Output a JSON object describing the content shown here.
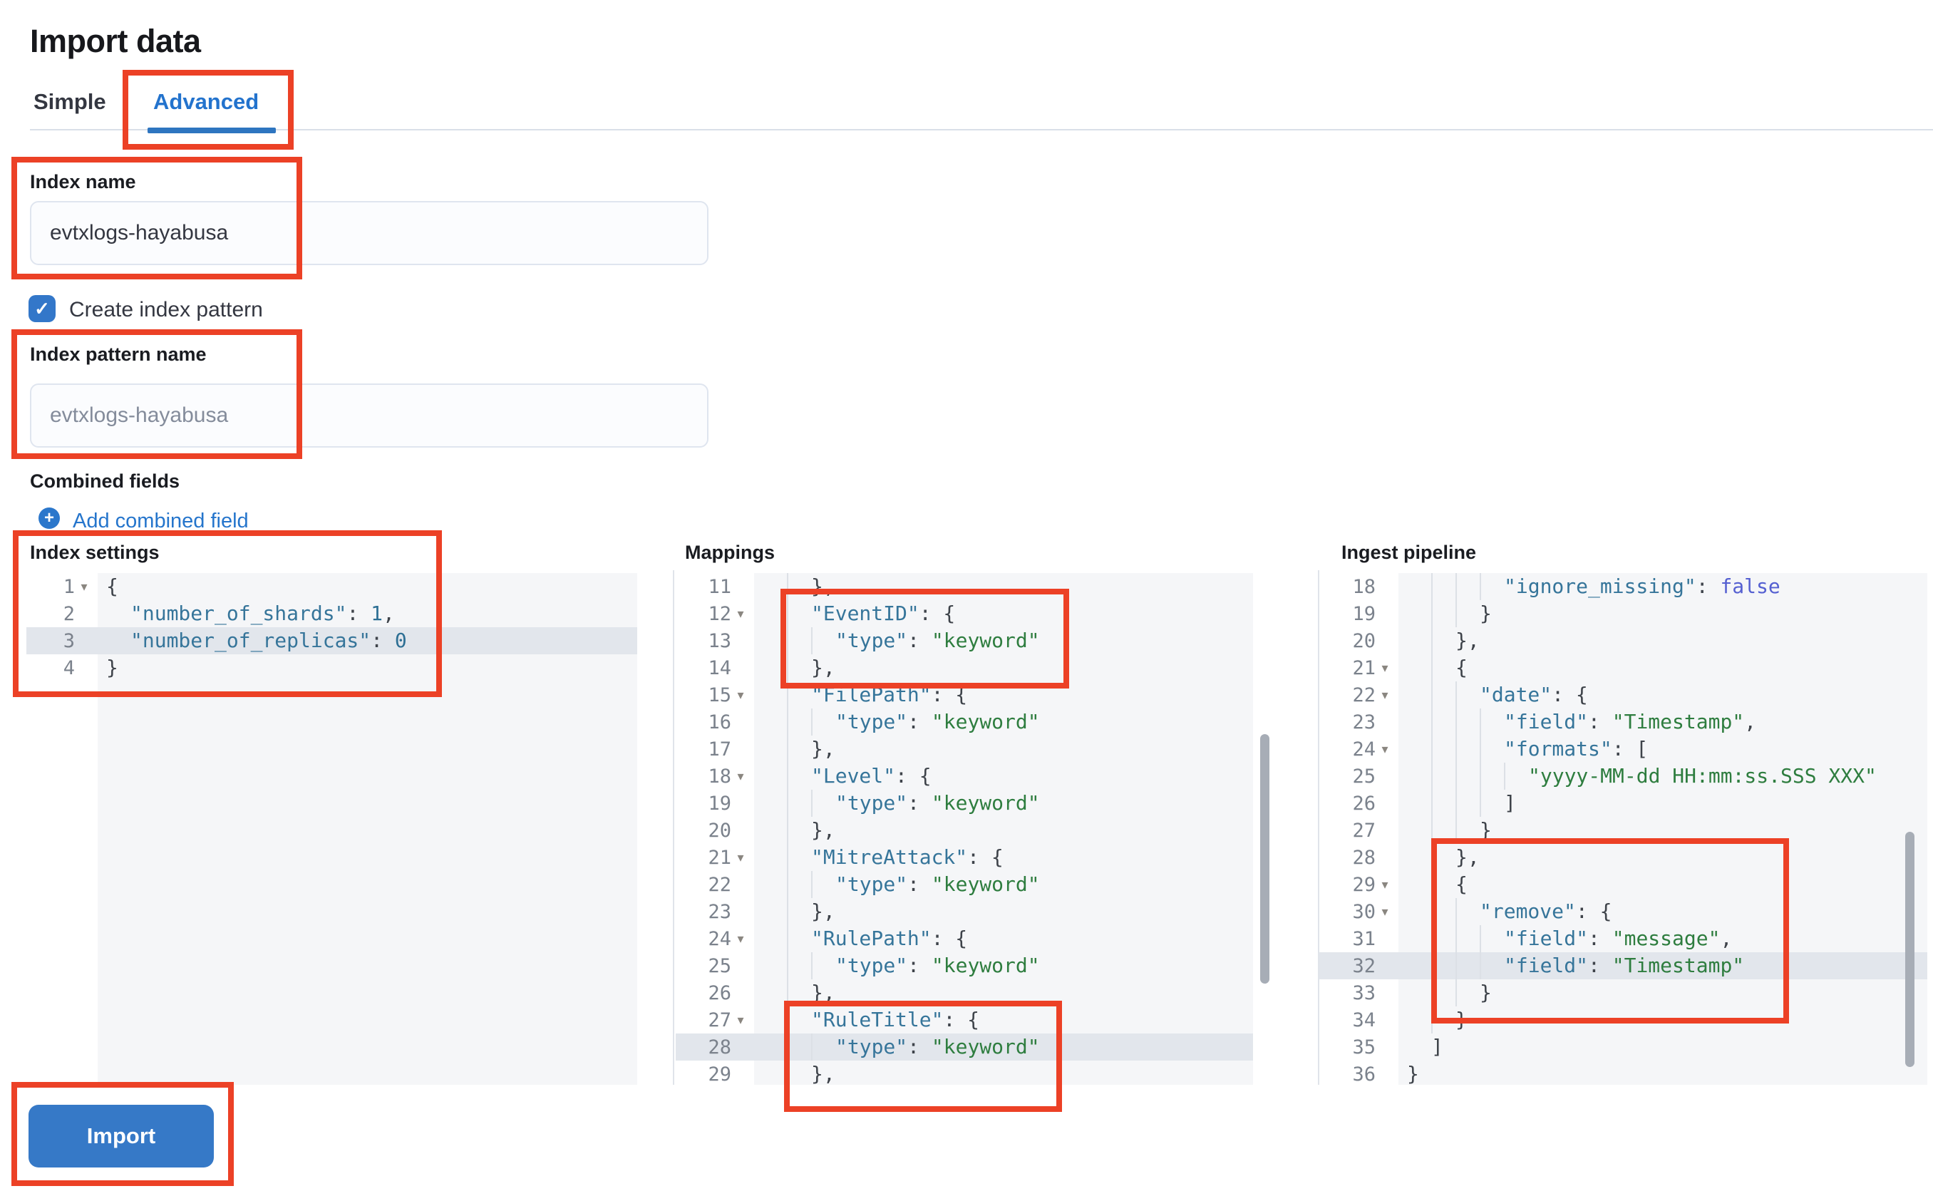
{
  "page_title": "Import data",
  "tabs": {
    "simple": "Simple",
    "advanced": "Advanced",
    "selected": "Advanced"
  },
  "fields": {
    "index_name": {
      "label": "Index name",
      "value": "evtxlogs-hayabusa"
    },
    "create_index_pattern": {
      "label": "Create index pattern",
      "checked": true,
      "check_glyph": "✓"
    },
    "index_pattern_name": {
      "label": "Index pattern name",
      "placeholder": "evtxlogs-hayabusa"
    }
  },
  "combined_fields": {
    "label": "Combined fields",
    "add_link": "Add combined field",
    "plus_glyph": "+"
  },
  "editors": [
    {
      "id": "index-settings",
      "label": "Index settings",
      "lines": [
        {
          "n": 1,
          "fold": true,
          "ind": 0,
          "t": [
            [
              "p",
              "{"
            ]
          ]
        },
        {
          "n": 2,
          "ind": 1,
          "t": [
            [
              "k",
              "\"number_of_shards\""
            ],
            [
              "p",
              ": "
            ],
            [
              "n",
              "1"
            ],
            [
              "p",
              ","
            ]
          ]
        },
        {
          "n": 3,
          "ind": 1,
          "hl": true,
          "t": [
            [
              "k",
              "\"number_of_replicas\""
            ],
            [
              "p",
              ": "
            ],
            [
              "n",
              "0"
            ]
          ]
        },
        {
          "n": 4,
          "ind": 0,
          "t": [
            [
              "p",
              "}"
            ]
          ]
        }
      ]
    },
    {
      "id": "mappings",
      "label": "Mappings",
      "lines": [
        {
          "n": 11,
          "ind": 2,
          "t": [
            [
              "p",
              "},"
            ]
          ]
        },
        {
          "n": 12,
          "fold": true,
          "ind": 2,
          "t": [
            [
              "k",
              "\"EventID\""
            ],
            [
              "p",
              ": {"
            ]
          ]
        },
        {
          "n": 13,
          "ind": 3,
          "t": [
            [
              "k",
              "\"type\""
            ],
            [
              "p",
              ": "
            ],
            [
              "s",
              "\"keyword\""
            ]
          ]
        },
        {
          "n": 14,
          "ind": 2,
          "t": [
            [
              "p",
              "},"
            ]
          ]
        },
        {
          "n": 15,
          "fold": true,
          "ind": 2,
          "t": [
            [
              "k",
              "\"FilePath\""
            ],
            [
              "p",
              ": {"
            ]
          ]
        },
        {
          "n": 16,
          "ind": 3,
          "t": [
            [
              "k",
              "\"type\""
            ],
            [
              "p",
              ": "
            ],
            [
              "s",
              "\"keyword\""
            ]
          ]
        },
        {
          "n": 17,
          "ind": 2,
          "t": [
            [
              "p",
              "},"
            ]
          ]
        },
        {
          "n": 18,
          "fold": true,
          "ind": 2,
          "t": [
            [
              "k",
              "\"Level\""
            ],
            [
              "p",
              ": {"
            ]
          ]
        },
        {
          "n": 19,
          "ind": 3,
          "t": [
            [
              "k",
              "\"type\""
            ],
            [
              "p",
              ": "
            ],
            [
              "s",
              "\"keyword\""
            ]
          ]
        },
        {
          "n": 20,
          "ind": 2,
          "t": [
            [
              "p",
              "},"
            ]
          ]
        },
        {
          "n": 21,
          "fold": true,
          "ind": 2,
          "t": [
            [
              "k",
              "\"MitreAttack\""
            ],
            [
              "p",
              ": {"
            ]
          ]
        },
        {
          "n": 22,
          "ind": 3,
          "t": [
            [
              "k",
              "\"type\""
            ],
            [
              "p",
              ": "
            ],
            [
              "s",
              "\"keyword\""
            ]
          ]
        },
        {
          "n": 23,
          "ind": 2,
          "t": [
            [
              "p",
              "},"
            ]
          ]
        },
        {
          "n": 24,
          "fold": true,
          "ind": 2,
          "t": [
            [
              "k",
              "\"RulePath\""
            ],
            [
              "p",
              ": {"
            ]
          ]
        },
        {
          "n": 25,
          "ind": 3,
          "t": [
            [
              "k",
              "\"type\""
            ],
            [
              "p",
              ": "
            ],
            [
              "s",
              "\"keyword\""
            ]
          ]
        },
        {
          "n": 26,
          "ind": 2,
          "t": [
            [
              "p",
              "},"
            ]
          ]
        },
        {
          "n": 27,
          "fold": true,
          "ind": 2,
          "t": [
            [
              "k",
              "\"RuleTitle\""
            ],
            [
              "p",
              ": {"
            ]
          ]
        },
        {
          "n": 28,
          "ind": 3,
          "hl": true,
          "t": [
            [
              "k",
              "\"type\""
            ],
            [
              "p",
              ": "
            ],
            [
              "s",
              "\"keyword\""
            ]
          ]
        },
        {
          "n": 29,
          "ind": 2,
          "t": [
            [
              "p",
              "},"
            ]
          ]
        }
      ]
    },
    {
      "id": "ingest-pipeline",
      "label": "Ingest pipeline",
      "lines": [
        {
          "n": 18,
          "ind": 4,
          "t": [
            [
              "k",
              "\"ignore_missing\""
            ],
            [
              "p",
              ": "
            ],
            [
              "b",
              "false"
            ]
          ]
        },
        {
          "n": 19,
          "ind": 3,
          "t": [
            [
              "p",
              "}"
            ]
          ]
        },
        {
          "n": 20,
          "ind": 2,
          "t": [
            [
              "p",
              "},"
            ]
          ]
        },
        {
          "n": 21,
          "fold": true,
          "ind": 2,
          "t": [
            [
              "p",
              "{"
            ]
          ]
        },
        {
          "n": 22,
          "fold": true,
          "ind": 3,
          "t": [
            [
              "k",
              "\"date\""
            ],
            [
              "p",
              ": {"
            ]
          ]
        },
        {
          "n": 23,
          "ind": 4,
          "t": [
            [
              "k",
              "\"field\""
            ],
            [
              "p",
              ": "
            ],
            [
              "s",
              "\"Timestamp\""
            ],
            [
              "p",
              ","
            ]
          ]
        },
        {
          "n": 24,
          "fold": true,
          "ind": 4,
          "t": [
            [
              "k",
              "\"formats\""
            ],
            [
              "p",
              ": ["
            ]
          ]
        },
        {
          "n": 25,
          "ind": 5,
          "t": [
            [
              "s",
              "\"yyyy-MM-dd HH:mm:ss.SSS XXX\""
            ]
          ]
        },
        {
          "n": 26,
          "ind": 4,
          "t": [
            [
              "p",
              "]"
            ]
          ]
        },
        {
          "n": 27,
          "ind": 3,
          "t": [
            [
              "p",
              "}"
            ]
          ]
        },
        {
          "n": 28,
          "ind": 2,
          "t": [
            [
              "p",
              "},"
            ]
          ]
        },
        {
          "n": 29,
          "fold": true,
          "ind": 2,
          "t": [
            [
              "p",
              "{"
            ]
          ]
        },
        {
          "n": 30,
          "fold": true,
          "ind": 3,
          "t": [
            [
              "k",
              "\"remove\""
            ],
            [
              "p",
              ": {"
            ]
          ]
        },
        {
          "n": 31,
          "ind": 4,
          "t": [
            [
              "k",
              "\"field\""
            ],
            [
              "p",
              ": "
            ],
            [
              "s",
              "\"message\""
            ],
            [
              "p",
              ","
            ]
          ]
        },
        {
          "n": 32,
          "ind": 4,
          "hl": true,
          "t": [
            [
              "k",
              "\"field\""
            ],
            [
              "p",
              ": "
            ],
            [
              "s",
              "\"Timestamp\""
            ]
          ]
        },
        {
          "n": 33,
          "ind": 3,
          "t": [
            [
              "p",
              "}"
            ]
          ]
        },
        {
          "n": 34,
          "ind": 2,
          "t": [
            [
              "p",
              "}"
            ]
          ]
        },
        {
          "n": 35,
          "ind": 1,
          "t": [
            [
              "p",
              "]"
            ]
          ]
        },
        {
          "n": 36,
          "ind": 0,
          "t": [
            [
              "p",
              "}"
            ]
          ]
        }
      ]
    }
  ],
  "import_button": "Import",
  "fold_glyph": "▾",
  "annotations": [
    "advanced-tab",
    "index-name-field",
    "index-pattern-name-field",
    "index-settings-editor",
    "mappings-eventid-block",
    "mappings-ruletitle-block",
    "ingest-remove-block",
    "import-button"
  ],
  "colors": {
    "annotation_red": "#ec4126",
    "tab_active_blue": "#2373cd",
    "link_blue": "#2575cc",
    "button_blue": "#3679c7",
    "checkbox_blue": "#3377c9",
    "code_key": "#36759a",
    "code_string": "#2e7d3f",
    "code_boolean": "#5560d1",
    "highlight_row": "#e2e6ec"
  }
}
